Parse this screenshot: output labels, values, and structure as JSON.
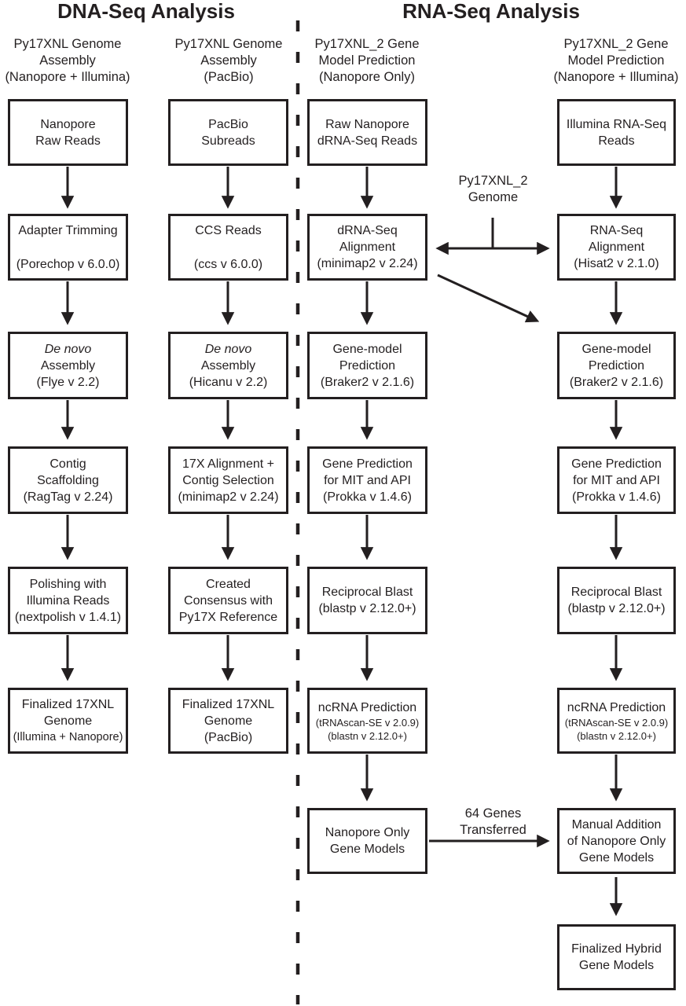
{
  "titles": {
    "dna": "DNA-Seq Analysis",
    "rna": "RNA-Seq Analysis"
  },
  "column_headers": [
    {
      "lines": [
        "Py17XNL Genome",
        "Assembly",
        "(Nanopore + Illumina)"
      ]
    },
    {
      "lines": [
        "Py17XNL Genome",
        "Assembly",
        "(PacBio)"
      ]
    },
    {
      "lines": [
        "Py17XNL_2 Gene",
        "Model Prediction",
        "(Nanopore Only)"
      ]
    },
    {
      "lines": [
        "Py17XNL_2 Gene",
        "Model Prediction",
        "(Nanopore + Illumina)"
      ]
    }
  ],
  "nodes": {
    "c1r1": [
      "Nanopore",
      "Raw Reads"
    ],
    "c1r2": [
      "Adapter Trimming",
      "(Porechop v 6.0.0)"
    ],
    "c1r3": [
      "De novo",
      "Assembly",
      "(Flye v 2.2)"
    ],
    "c1r4": [
      "Contig",
      "Scaffolding",
      "(RagTag v 2.24)"
    ],
    "c1r5": [
      "Polishing with",
      "Illumina Reads",
      "(nextpolish v 1.4.1)"
    ],
    "c1r6": [
      "Finalized 17XNL",
      "Genome",
      "(Illumina + Nanopore)"
    ],
    "c2r1": [
      "PacBio",
      "Subreads"
    ],
    "c2r2": [
      "CCS Reads",
      "(ccs v 6.0.0)"
    ],
    "c2r3": [
      "De novo",
      "Assembly",
      "(Hicanu v 2.2)"
    ],
    "c2r4": [
      "17X Alignment +",
      "Contig Selection",
      "(minimap2 v 2.24)"
    ],
    "c2r5": [
      "Created",
      "Consensus with",
      "Py17X Reference"
    ],
    "c2r6": [
      "Finalized 17XNL",
      "Genome",
      "(PacBio)"
    ],
    "c3r1": [
      "Raw Nanopore",
      "dRNA-Seq Reads"
    ],
    "c3r2": [
      "dRNA-Seq",
      "Alignment",
      "(minimap2 v 2.24)"
    ],
    "c3r3": [
      "Gene-model",
      "Prediction",
      "(Braker2 v 2.1.6)"
    ],
    "c3r4": [
      "Gene Prediction",
      "for MIT and API",
      "(Prokka v 1.4.6)"
    ],
    "c3r5": [
      "Reciprocal Blast",
      "(blastp v 2.12.0+)"
    ],
    "c3r6": [
      "ncRNA Prediction",
      "(tRNAscan-SE v 2.0.9)",
      "(blastn v 2.12.0+)"
    ],
    "c3r7": [
      "Nanopore Only",
      "Gene Models"
    ],
    "c4r1": [
      "Illumina RNA-Seq",
      "Reads"
    ],
    "c4r2": [
      "RNA-Seq",
      "Alignment",
      "(Hisat2 v 2.1.0)"
    ],
    "c4r3": [
      "Gene-model",
      "Prediction",
      "(Braker2 v 2.1.6)"
    ],
    "c4r4": [
      "Gene Prediction",
      "for MIT and API",
      "(Prokka v 1.4.6)"
    ],
    "c4r5": [
      "Reciprocal Blast",
      "(blastp v 2.12.0+)"
    ],
    "c4r6": [
      "ncRNA Prediction",
      "(tRNAscan-SE v 2.0.9)",
      "(blastn v 2.12.0+)"
    ],
    "c4r7": [
      "Manual Addition",
      "of Nanopore Only",
      "Gene Models"
    ],
    "c4r8": [
      "Finalized Hybrid",
      "Gene Models"
    ]
  },
  "labels": {
    "genome": {
      "lines": [
        "Py17XNL_2",
        "Genome"
      ]
    },
    "transfer": {
      "lines": [
        "64 Genes",
        "Transferred"
      ]
    }
  },
  "colors": {
    "ink": "#231f20",
    "background": "#ffffff"
  }
}
